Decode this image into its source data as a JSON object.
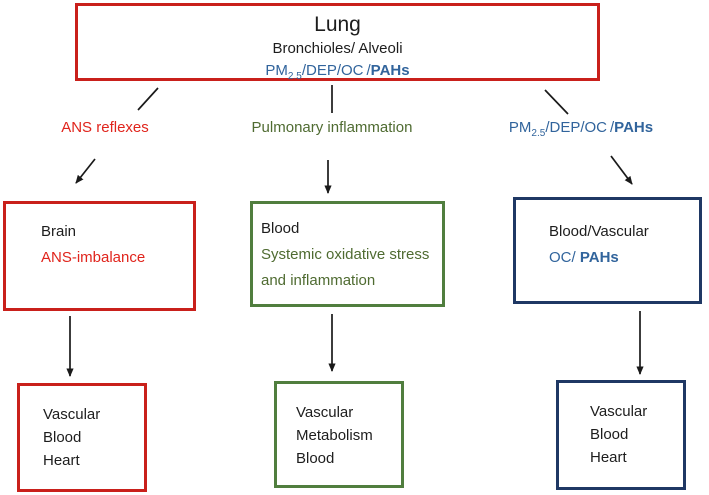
{
  "colors": {
    "red_border": "#c9201b",
    "red_text": "#e0241c",
    "green_border": "#507e3e",
    "green_text": "#4f6b31",
    "navy_border": "#1f3864",
    "blue_text": "#31649c",
    "arrow": "#1a1a1a"
  },
  "lung_box": {
    "title": "Lung",
    "subtitle": "Bronchioles/ Alveoli",
    "pollutants": {
      "prefix": "PM",
      "sub": "2.5",
      "mid": "/DEP/OC /",
      "bold": "PAHs"
    }
  },
  "flow_labels": {
    "left": "ANS reflexes",
    "center": "Pulmonary inflammation",
    "right": {
      "prefix": "PM",
      "sub": "2.5",
      "mid": "/DEP/OC /",
      "bold": "PAHs"
    }
  },
  "mid_boxes": {
    "brain": {
      "line1": "Brain",
      "line2": "ANS-imbalance"
    },
    "blood": {
      "line1": "Blood",
      "line2": "Systemic oxidative stress",
      "line3": "and inflammation"
    },
    "blood_vascular": {
      "line1": "Blood/Vascular",
      "line2_normal": "OC/ ",
      "line2_bold": "PAHs"
    }
  },
  "end_boxes": {
    "left": {
      "lines": [
        "Vascular",
        "Blood",
        "Heart"
      ]
    },
    "center": {
      "lines": [
        "Vascular",
        "Metabolism",
        "Blood"
      ]
    },
    "right": {
      "lines": [
        "Vascular",
        "Blood",
        "Heart"
      ]
    }
  }
}
